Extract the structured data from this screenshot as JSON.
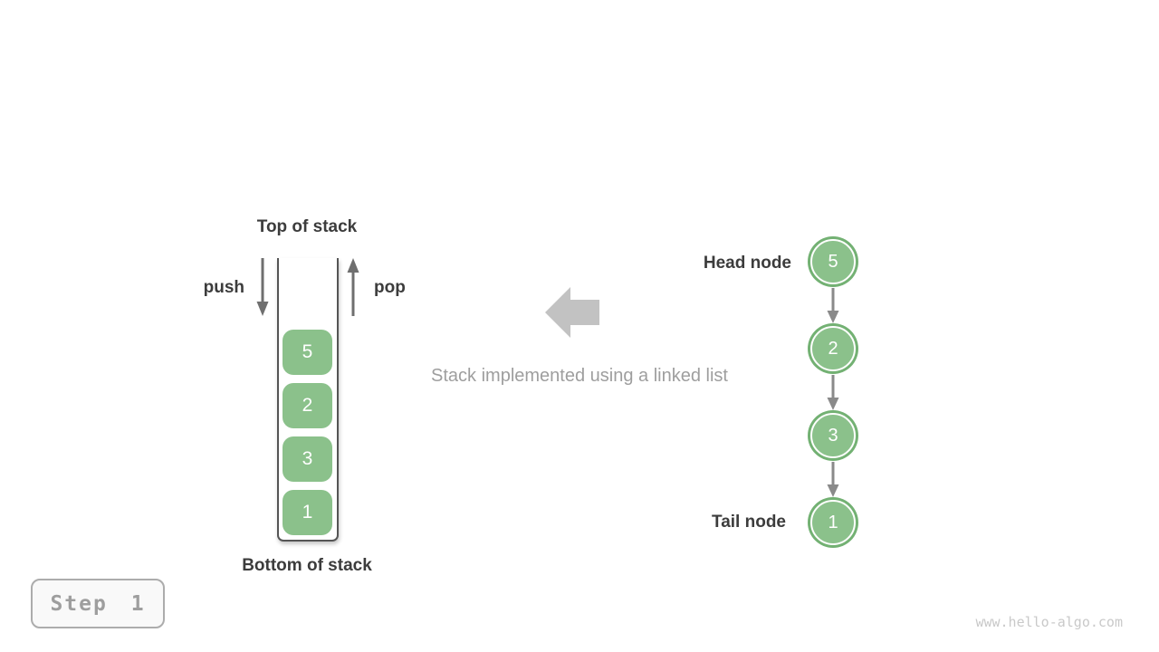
{
  "stack_panel": {
    "top_label": "Top of stack",
    "bottom_label": "Bottom of stack",
    "push_label": "push",
    "pop_label": "pop",
    "items_top_to_bottom": [
      "5",
      "2",
      "3",
      "1"
    ]
  },
  "center": {
    "caption": "Stack implemented using a linked list",
    "big_arrow_direction": "left"
  },
  "linked_list": {
    "head_label": "Head node",
    "tail_label": "Tail node",
    "nodes_head_to_tail": [
      "5",
      "2",
      "3",
      "1"
    ]
  },
  "footer": {
    "step_badge": "Step 1",
    "watermark": "www.hello-algo.com"
  },
  "colors": {
    "node_green": "#8BC18B",
    "node_ring_green": "#73B173",
    "container_border": "#555555",
    "push_pop_arrow": "#6F6F6F",
    "connector_arrow": "#8A8A8A",
    "big_arrow": "#C2C2C2",
    "caption_text": "#9E9E9E",
    "dark_text": "#3C3C3C",
    "step_text": "#9E9E9E",
    "step_border": "#ACACAC",
    "watermark_text": "#C9C9C9"
  }
}
